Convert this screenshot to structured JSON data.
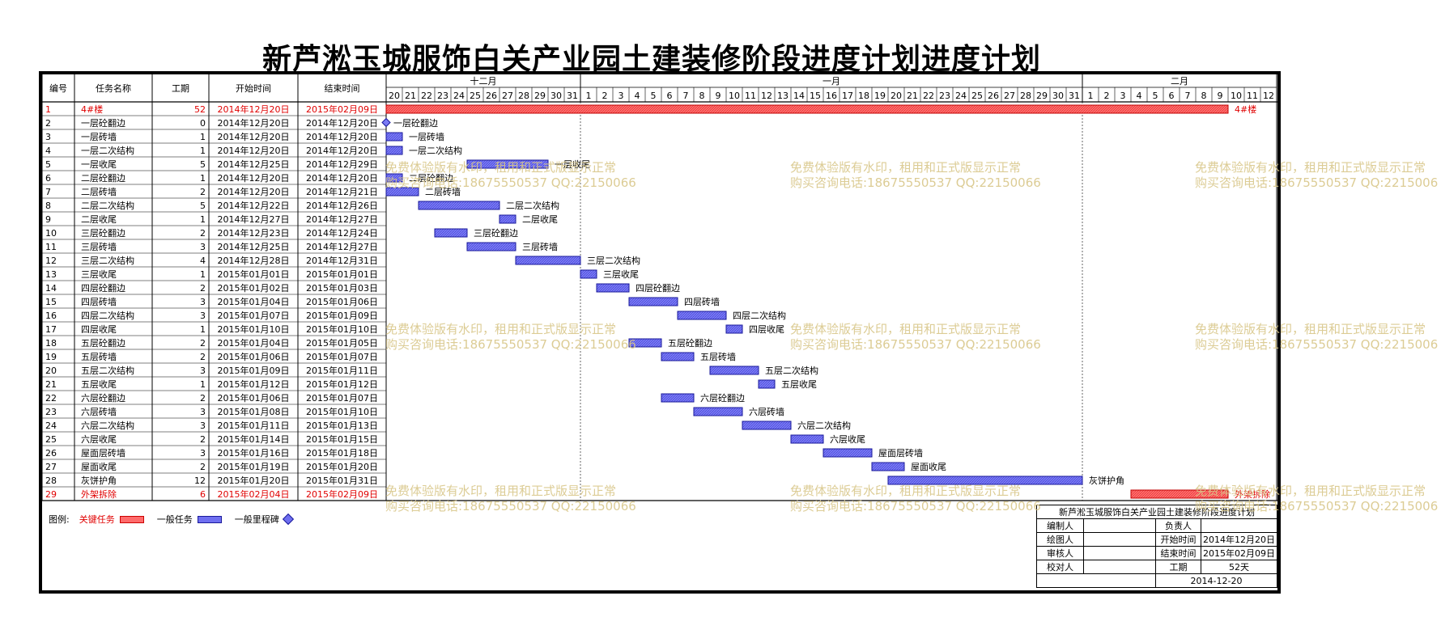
{
  "title": "新芦淞玉城服饰白关产业园土建装修阶段进度计划进度计划",
  "columns": [
    "编号",
    "任务名称",
    "工期",
    "开始时间",
    "结束时间"
  ],
  "timeline": {
    "months": [
      {
        "name": "十二月",
        "days": [
          "20",
          "21",
          "22",
          "23",
          "24",
          "25",
          "26",
          "27",
          "28",
          "29",
          "30",
          "31"
        ]
      },
      {
        "name": "一月",
        "days": [
          "1",
          "2",
          "3",
          "4",
          "5",
          "6",
          "7",
          "8",
          "9",
          "10",
          "11",
          "12",
          "13",
          "14",
          "15",
          "16",
          "17",
          "18",
          "19",
          "20",
          "21",
          "22",
          "23",
          "24",
          "25",
          "26",
          "27",
          "28",
          "29",
          "30",
          "31"
        ]
      },
      {
        "name": "二月",
        "days": [
          "1",
          "2",
          "3",
          "4",
          "5",
          "6",
          "7",
          "8",
          "9",
          "10",
          "11",
          "12"
        ]
      }
    ]
  },
  "chart_data": {
    "type": "gantt",
    "title": "新芦淞玉城服饰白关产业园土建装修阶段进度计划进度计划",
    "x_start": "2014-12-20",
    "x_end": "2015-02-12",
    "tasks": [
      {
        "id": "1",
        "name": "4#楼",
        "duration": "52",
        "start": "2014年12月20日",
        "end": "2015年02月09日",
        "s": "2014-12-20",
        "e": "2015-02-09",
        "kind": "critical",
        "bar_label": "4#楼"
      },
      {
        "id": "2",
        "name": "一层砼翻边",
        "duration": "0",
        "start": "2014年12月20日",
        "end": "2014年12月20日",
        "s": "2014-12-20",
        "e": "2014-12-20",
        "kind": "milestone",
        "bar_label": "一层砼翻边"
      },
      {
        "id": "3",
        "name": "一层砖墙",
        "duration": "1",
        "start": "2014年12月20日",
        "end": "2014年12月20日",
        "s": "2014-12-20",
        "e": "2014-12-20",
        "kind": "normal",
        "bar_label": "一层砖墙"
      },
      {
        "id": "4",
        "name": "一层二次结构",
        "duration": "1",
        "start": "2014年12月20日",
        "end": "2014年12月20日",
        "s": "2014-12-20",
        "e": "2014-12-20",
        "kind": "normal",
        "bar_label": "一层二次结构"
      },
      {
        "id": "5",
        "name": "一层收尾",
        "duration": "5",
        "start": "2014年12月25日",
        "end": "2014年12月29日",
        "s": "2014-12-25",
        "e": "2014-12-29",
        "kind": "normal",
        "bar_label": "一层收尾"
      },
      {
        "id": "6",
        "name": "二层砼翻边",
        "duration": "1",
        "start": "2014年12月20日",
        "end": "2014年12月20日",
        "s": "2014-12-20",
        "e": "2014-12-20",
        "kind": "normal",
        "bar_label": "二层砼翻边"
      },
      {
        "id": "7",
        "name": "二层砖墙",
        "duration": "2",
        "start": "2014年12月20日",
        "end": "2014年12月21日",
        "s": "2014-12-20",
        "e": "2014-12-21",
        "kind": "normal",
        "bar_label": "二层砖墙"
      },
      {
        "id": "8",
        "name": "二层二次结构",
        "duration": "5",
        "start": "2014年12月22日",
        "end": "2014年12月26日",
        "s": "2014-12-22",
        "e": "2014-12-26",
        "kind": "normal",
        "bar_label": "二层二次结构"
      },
      {
        "id": "9",
        "name": "二层收尾",
        "duration": "1",
        "start": "2014年12月27日",
        "end": "2014年12月27日",
        "s": "2014-12-27",
        "e": "2014-12-27",
        "kind": "normal",
        "bar_label": "二层收尾"
      },
      {
        "id": "10",
        "name": "三层砼翻边",
        "duration": "2",
        "start": "2014年12月23日",
        "end": "2014年12月24日",
        "s": "2014-12-23",
        "e": "2014-12-24",
        "kind": "normal",
        "bar_label": "三层砼翻边"
      },
      {
        "id": "11",
        "name": "三层砖墙",
        "duration": "3",
        "start": "2014年12月25日",
        "end": "2014年12月27日",
        "s": "2014-12-25",
        "e": "2014-12-27",
        "kind": "normal",
        "bar_label": "三层砖墙"
      },
      {
        "id": "12",
        "name": "三层二次结构",
        "duration": "4",
        "start": "2014年12月28日",
        "end": "2014年12月31日",
        "s": "2014-12-28",
        "e": "2014-12-31",
        "kind": "normal",
        "bar_label": "三层二次结构"
      },
      {
        "id": "13",
        "name": "三层收尾",
        "duration": "1",
        "start": "2015年01月01日",
        "end": "2015年01月01日",
        "s": "2015-01-01",
        "e": "2015-01-01",
        "kind": "normal",
        "bar_label": "三层收尾"
      },
      {
        "id": "14",
        "name": "四层砼翻边",
        "duration": "2",
        "start": "2015年01月02日",
        "end": "2015年01月03日",
        "s": "2015-01-02",
        "e": "2015-01-03",
        "kind": "normal",
        "bar_label": "四层砼翻边"
      },
      {
        "id": "15",
        "name": "四层砖墙",
        "duration": "3",
        "start": "2015年01月04日",
        "end": "2015年01月06日",
        "s": "2015-01-04",
        "e": "2015-01-06",
        "kind": "normal",
        "bar_label": "四层砖墙"
      },
      {
        "id": "16",
        "name": "四层二次结构",
        "duration": "3",
        "start": "2015年01月07日",
        "end": "2015年01月09日",
        "s": "2015-01-07",
        "e": "2015-01-09",
        "kind": "normal",
        "bar_label": "四层二次结构"
      },
      {
        "id": "17",
        "name": "四层收尾",
        "duration": "1",
        "start": "2015年01月10日",
        "end": "2015年01月10日",
        "s": "2015-01-10",
        "e": "2015-01-10",
        "kind": "normal",
        "bar_label": "四层收尾"
      },
      {
        "id": "18",
        "name": "五层砼翻边",
        "duration": "2",
        "start": "2015年01月04日",
        "end": "2015年01月05日",
        "s": "2015-01-04",
        "e": "2015-01-05",
        "kind": "normal",
        "bar_label": "五层砼翻边"
      },
      {
        "id": "19",
        "name": "五层砖墙",
        "duration": "2",
        "start": "2015年01月06日",
        "end": "2015年01月07日",
        "s": "2015-01-06",
        "e": "2015-01-07",
        "kind": "normal",
        "bar_label": "五层砖墙"
      },
      {
        "id": "20",
        "name": "五层二次结构",
        "duration": "3",
        "start": "2015年01月09日",
        "end": "2015年01月11日",
        "s": "2015-01-09",
        "e": "2015-01-11",
        "kind": "normal",
        "bar_label": "五层二次结构"
      },
      {
        "id": "21",
        "name": "五层收尾",
        "duration": "1",
        "start": "2015年01月12日",
        "end": "2015年01月12日",
        "s": "2015-01-12",
        "e": "2015-01-12",
        "kind": "normal",
        "bar_label": "五层收尾"
      },
      {
        "id": "22",
        "name": "六层砼翻边",
        "duration": "2",
        "start": "2015年01月06日",
        "end": "2015年01月07日",
        "s": "2015-01-06",
        "e": "2015-01-07",
        "kind": "normal",
        "bar_label": "六层砼翻边"
      },
      {
        "id": "23",
        "name": "六层砖墙",
        "duration": "3",
        "start": "2015年01月08日",
        "end": "2015年01月10日",
        "s": "2015-01-08",
        "e": "2015-01-10",
        "kind": "normal",
        "bar_label": "六层砖墙"
      },
      {
        "id": "24",
        "name": "六层二次结构",
        "duration": "3",
        "start": "2015年01月11日",
        "end": "2015年01月13日",
        "s": "2015-01-11",
        "e": "2015-01-13",
        "kind": "normal",
        "bar_label": "六层二次结构"
      },
      {
        "id": "25",
        "name": "六层收尾",
        "duration": "2",
        "start": "2015年01月14日",
        "end": "2015年01月15日",
        "s": "2015-01-14",
        "e": "2015-01-15",
        "kind": "normal",
        "bar_label": "六层收尾"
      },
      {
        "id": "26",
        "name": "屋面层砖墙",
        "duration": "3",
        "start": "2015年01月16日",
        "end": "2015年01月18日",
        "s": "2015-01-16",
        "e": "2015-01-18",
        "kind": "normal",
        "bar_label": "屋面层砖墙"
      },
      {
        "id": "27",
        "name": "屋面收尾",
        "duration": "2",
        "start": "2015年01月19日",
        "end": "2015年01月20日",
        "s": "2015-01-19",
        "e": "2015-01-20",
        "kind": "normal",
        "bar_label": "屋面收尾"
      },
      {
        "id": "28",
        "name": "灰饼护角",
        "duration": "12",
        "start": "2015年01月20日",
        "end": "2015年01月31日",
        "s": "2015-01-20",
        "e": "2015-01-31",
        "kind": "normal",
        "bar_label": "灰饼护角"
      },
      {
        "id": "29",
        "name": "外架拆除",
        "duration": "6",
        "start": "2015年02月04日",
        "end": "2015年02月09日",
        "s": "2015-02-04",
        "e": "2015-02-09",
        "kind": "critical",
        "bar_label": "外架拆除"
      }
    ]
  },
  "legend": {
    "label": "图例:",
    "critical": "关键任务",
    "normal": "一般任务",
    "milestone": "一般里程碑"
  },
  "info": {
    "title": "新芦淞玉城服饰白关产业园土建装修阶段进度计划",
    "editor_label": "编制人",
    "owner_label": "负责人",
    "drawer_label": "绘图人",
    "start_label": "开始时间",
    "start_value": "2014年12月20日",
    "reviewer_label": "审核人",
    "end_label": "结束时间",
    "end_value": "2015年02月09日",
    "checker_label": "校对人",
    "duration_label": "工期",
    "duration_value": "52天",
    "date_value": "2014-12-20"
  },
  "watermark": {
    "line1": "免费体验版有水印，租用和正式版显示正常",
    "line2": "购买咨询电话:18675550537 QQ:22150066"
  }
}
